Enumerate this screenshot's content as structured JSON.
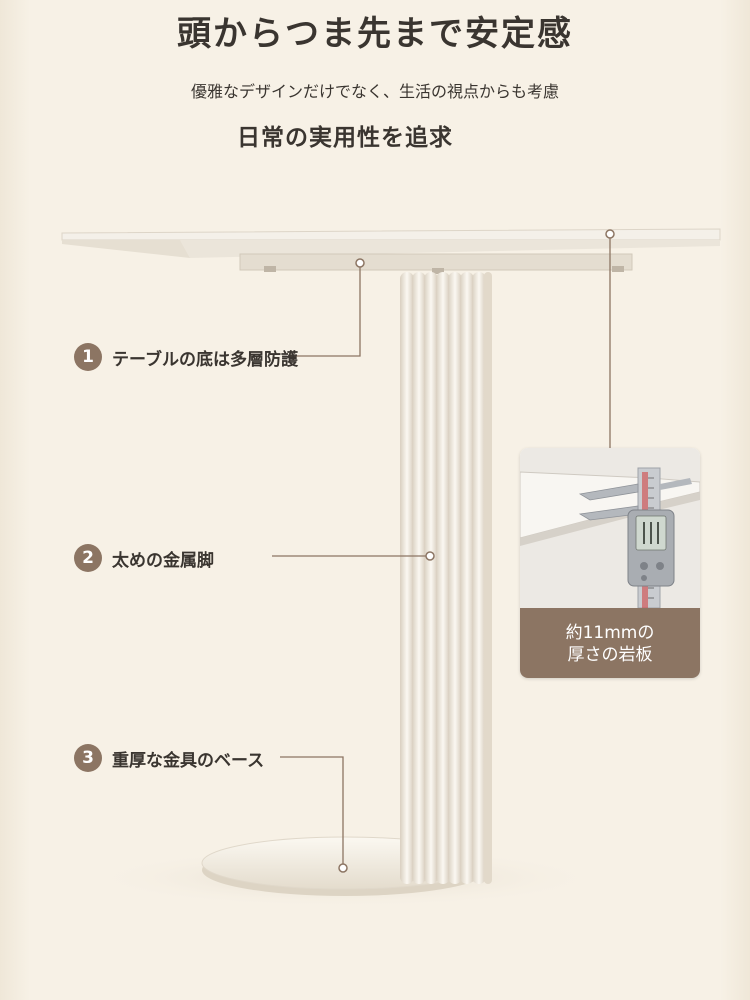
{
  "headline": "頭からつま先まで安定感",
  "subline": "優雅なデザインだけでなく、生活の視点からも考慮",
  "subline_2": "日常の実用性を追求",
  "callouts": [
    {
      "number": "1",
      "label": "テーブルの底は多層防護"
    },
    {
      "number": "2",
      "label": "太めの金属脚"
    },
    {
      "number": "3",
      "label": "重厚な金具のベース"
    }
  ],
  "inset": {
    "caption_line1": "約11mmの",
    "caption_line2": "厚さの岩板"
  },
  "colors": {
    "background": "#f7f1e6",
    "accent": "#8c7563",
    "text": "#3a3530",
    "table": "#f2ede4"
  }
}
